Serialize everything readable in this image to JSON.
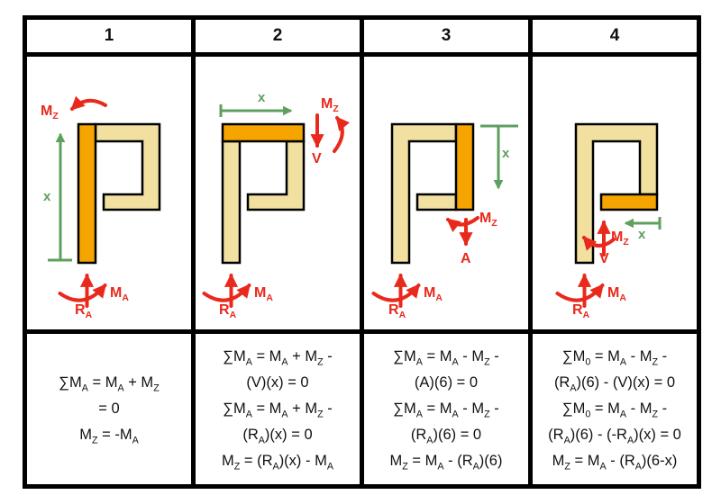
{
  "colors": {
    "table_border": "#000000",
    "member_fill": "#f1e0a0",
    "highlight_fill": "#f6a500",
    "arrow_red": "#e8291c",
    "dimension_green": "#5f9f5f"
  },
  "panels": [
    {
      "number": "1",
      "highlighted_member": "left vertical stem",
      "labels": {
        "mz": "M_{Z}",
        "x": "x",
        "ma": "M_{A}",
        "ra": "R_{A}"
      },
      "equations": [
        "∑M_{A} = M_{A} + M_{Z}",
        "= 0",
        "M_{Z} = -M_{A}"
      ]
    },
    {
      "number": "2",
      "highlighted_member": "top horizontal bar",
      "labels": {
        "mz": "M_{Z}",
        "x": "x",
        "v": "V",
        "ma": "M_{A}",
        "ra": "R_{A}"
      },
      "equations": [
        "∑M_{A} = M_{A} + M_{Z} -",
        "(V)(x) = 0",
        "∑M_{A} = M_{A} + M_{Z} -",
        "(R_{A})(x) = 0",
        "M_{Z} = (R_{A})(x) - M_{A}"
      ]
    },
    {
      "number": "3",
      "highlighted_member": "right vertical bar",
      "labels": {
        "mz": "M_{Z}",
        "x": "x",
        "a": "A",
        "ma": "M_{A}",
        "ra": "R_{A}"
      },
      "equations": [
        "∑M_{A} = M_{A} - M_{Z} -",
        "(A)(6) = 0",
        "∑M_{A} = M_{A} - M_{Z} -",
        "(R_{A})(6) = 0",
        "M_{Z} = M_{A} - (R_{A})(6)"
      ]
    },
    {
      "number": "4",
      "highlighted_member": "middle horizontal bar",
      "labels": {
        "mz": "M_{Z}",
        "x": "x",
        "v": "V",
        "ma": "M_{A}",
        "ra": "R_{A}"
      },
      "equations": [
        "∑M_{0} = M_{A} - M_{Z} -",
        "(R_{A})(6) - (V)(x) = 0",
        "∑M_{0} = M_{A} - M_{Z} -",
        "(R_{A})(6) - (-R_{A})(x) = 0",
        "M_{Z} = M_{A} - (R_{A})(6-x)"
      ]
    }
  ]
}
